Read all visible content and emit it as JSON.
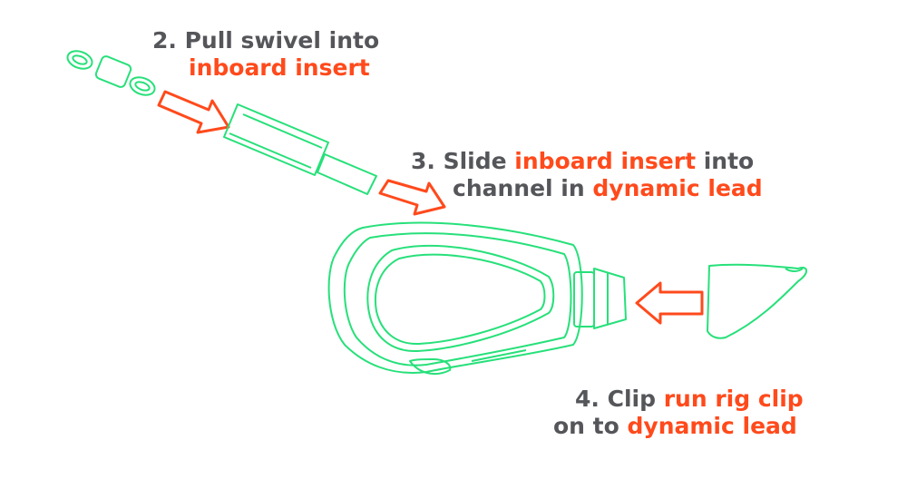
{
  "colors": {
    "outline_green": "#27e07a",
    "accent": "#ff4a1c",
    "text_gray": "#55565a"
  },
  "steps": {
    "step2": {
      "prefix": "2. Pull swivel into",
      "highlight": "inboard insert"
    },
    "step3": {
      "prefix": "3. Slide ",
      "highlight1": "inboard insert",
      "middle1": " into",
      "middle2": "channel in ",
      "highlight2": "dynamic lead"
    },
    "step4": {
      "prefix": "4. Clip ",
      "highlight1": "run rig clip",
      "middle": "on to ",
      "highlight2": "dynamic lead"
    }
  }
}
